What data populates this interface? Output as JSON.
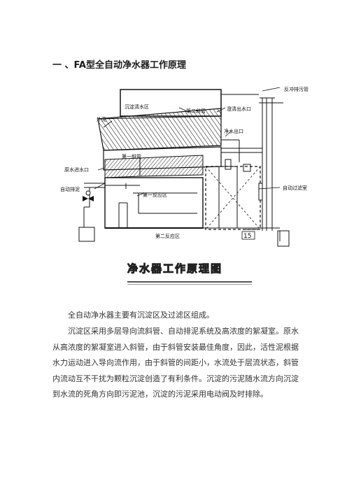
{
  "heading": "一 、FA型全自动净水器工作原理",
  "diagram": {
    "labels": {
      "sedimentation_water_zone": "沉淀清水区",
      "second_inclined_tube": "第二斜管",
      "clear_water_outlet": "澄清出水口",
      "backwash_pipe": "反冲排污管",
      "outer_shell": "外壳",
      "purified_outlet": "净水出口",
      "first_inclined_tube": "第一斜管",
      "raw_water_inlet": "原水进水口",
      "auto_sludge": "自动排泥",
      "first_reaction_zone": "第一反应区",
      "auto_filter_chamber": "自动过滤室",
      "second_reaction_zone": "第二反应区",
      "number_mark": "15"
    },
    "caption": "净水器工作原理图"
  },
  "paragraphs": [
    "全自动净水器主要有沉淀区及过滤区组成。",
    "沉淀区采用多层导向流斜管、自动排泥系统及高浓度的絮凝室。原水从高浓度的絮凝室进入斜管，由于斜管安装最佳角度，因此，活性泥根据水力运动进入导向流作用，由于斜管的间距小，水流处于层流状态，斜管内流动互不干扰为颗粒沉淀创造了有利条件。沉淀的污泥随水流方向沉淀到水流的死角方向即污泥池，沉淀的污泥采用电动阀及时排除。"
  ]
}
